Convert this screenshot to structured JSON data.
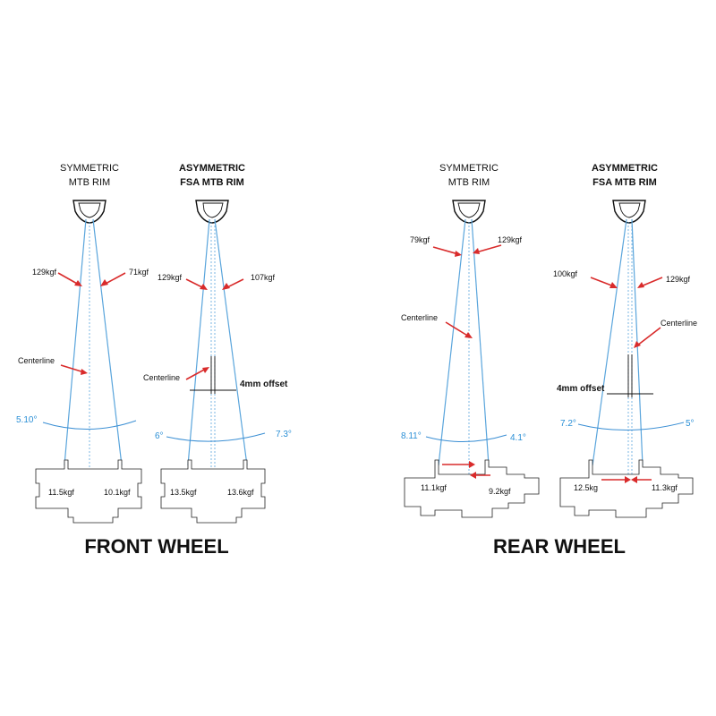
{
  "front": {
    "heading": "FRONT WHEEL",
    "symmetric": {
      "title_line1": "SYMMETRIC",
      "title_line2": "MTB RIM",
      "left_force": "129kgf",
      "right_force": "71kgf",
      "centerline": "Centerline",
      "left_angle": "5.10°",
      "left_hub_force": "11.5kgf",
      "right_hub_force": "10.1kgf"
    },
    "asymmetric": {
      "title_line1": "ASYMMETRIC",
      "title_line2": "FSA MTB RIM",
      "left_force": "129kgf",
      "right_force": "107kgf",
      "centerline": "Centerline",
      "offset": "4mm offset",
      "left_angle": "6°",
      "right_angle": "7.3°",
      "left_hub_force": "13.5kgf",
      "right_hub_force": "13.6kgf"
    }
  },
  "rear": {
    "heading": "REAR WHEEL",
    "symmetric": {
      "title_line1": "SYMMETRIC",
      "title_line2": "MTB RIM",
      "left_force": "79kgf",
      "right_force": "129kgf",
      "centerline": "Centerline",
      "left_angle": "8.11°",
      "right_angle": "4.1°",
      "left_hub_force": "11.1kgf",
      "right_hub_force": "9.2kgf"
    },
    "asymmetric": {
      "title_line1": "ASYMMETRIC",
      "title_line2": "FSA MTB RIM",
      "left_force": "100kgf",
      "right_force": "129kgf",
      "centerline": "Centerline",
      "offset": "4mm offset",
      "left_angle": "7.2°",
      "right_angle": "5°",
      "left_hub_force": "12.5kg",
      "right_hub_force": "11.3kgf"
    }
  },
  "colors": {
    "spoke": "#5aa5dc",
    "angle_text": "#2a8fd6",
    "force_arrow": "#d92b2b",
    "outline": "#111111"
  }
}
